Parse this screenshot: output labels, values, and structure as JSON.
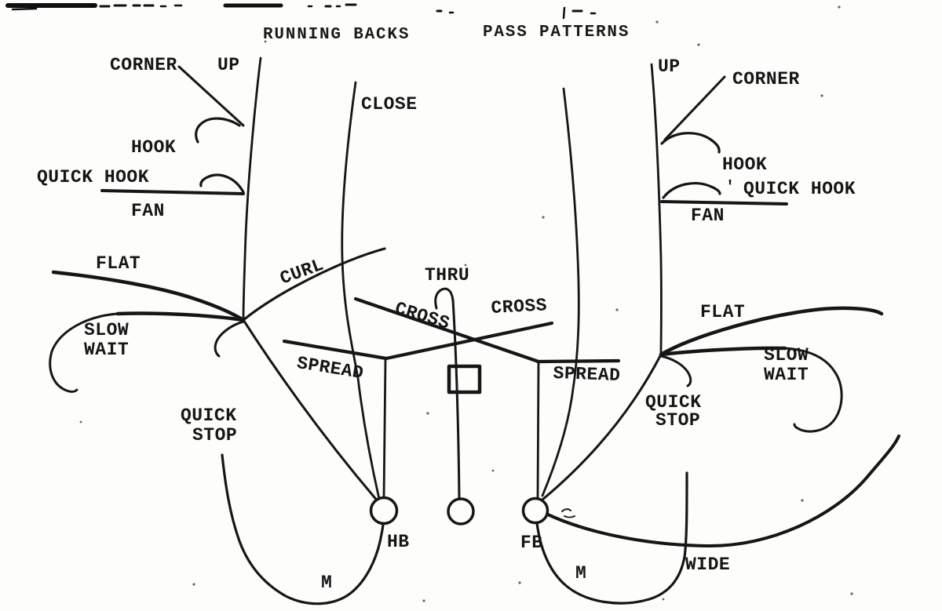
{
  "page": {
    "title_part1": "RUNNING BACKS",
    "title_part2": "PASS PATTERNS",
    "title_full": "RUNNING BACKS PASS PATTERNS",
    "ink_color": "#161616",
    "paper_color": "#fdfdfb"
  },
  "routes_left": {
    "up": "UP",
    "corner": "CORNER",
    "hook": "HOOK",
    "quick_hook": "QUICK HOOK",
    "fan": "FAN",
    "flat": "FLAT",
    "slow": "SLOW",
    "wait": "WAIT",
    "curl": "CURL",
    "close": "CLOSE",
    "spread": "SPREAD",
    "cross": "CROSS",
    "quick": "QUICK",
    "stop": "STOP",
    "m": "M"
  },
  "routes_right": {
    "up": "UP",
    "corner": "CORNER",
    "hook": "HOOK",
    "quick_hook": "QUICK HOOK",
    "tick": "'",
    "fan": "FAN",
    "flat": "FLAT",
    "slow": "SLOW",
    "wait": "WAIT",
    "spread": "SPREAD",
    "cross": "CROSS",
    "quick": "QUICK",
    "stop": "STOP",
    "m": "M",
    "wide": "WIDE"
  },
  "routes_center": {
    "thru": "THRU"
  },
  "positions": {
    "halfback": "HB",
    "fullback": "FB"
  }
}
